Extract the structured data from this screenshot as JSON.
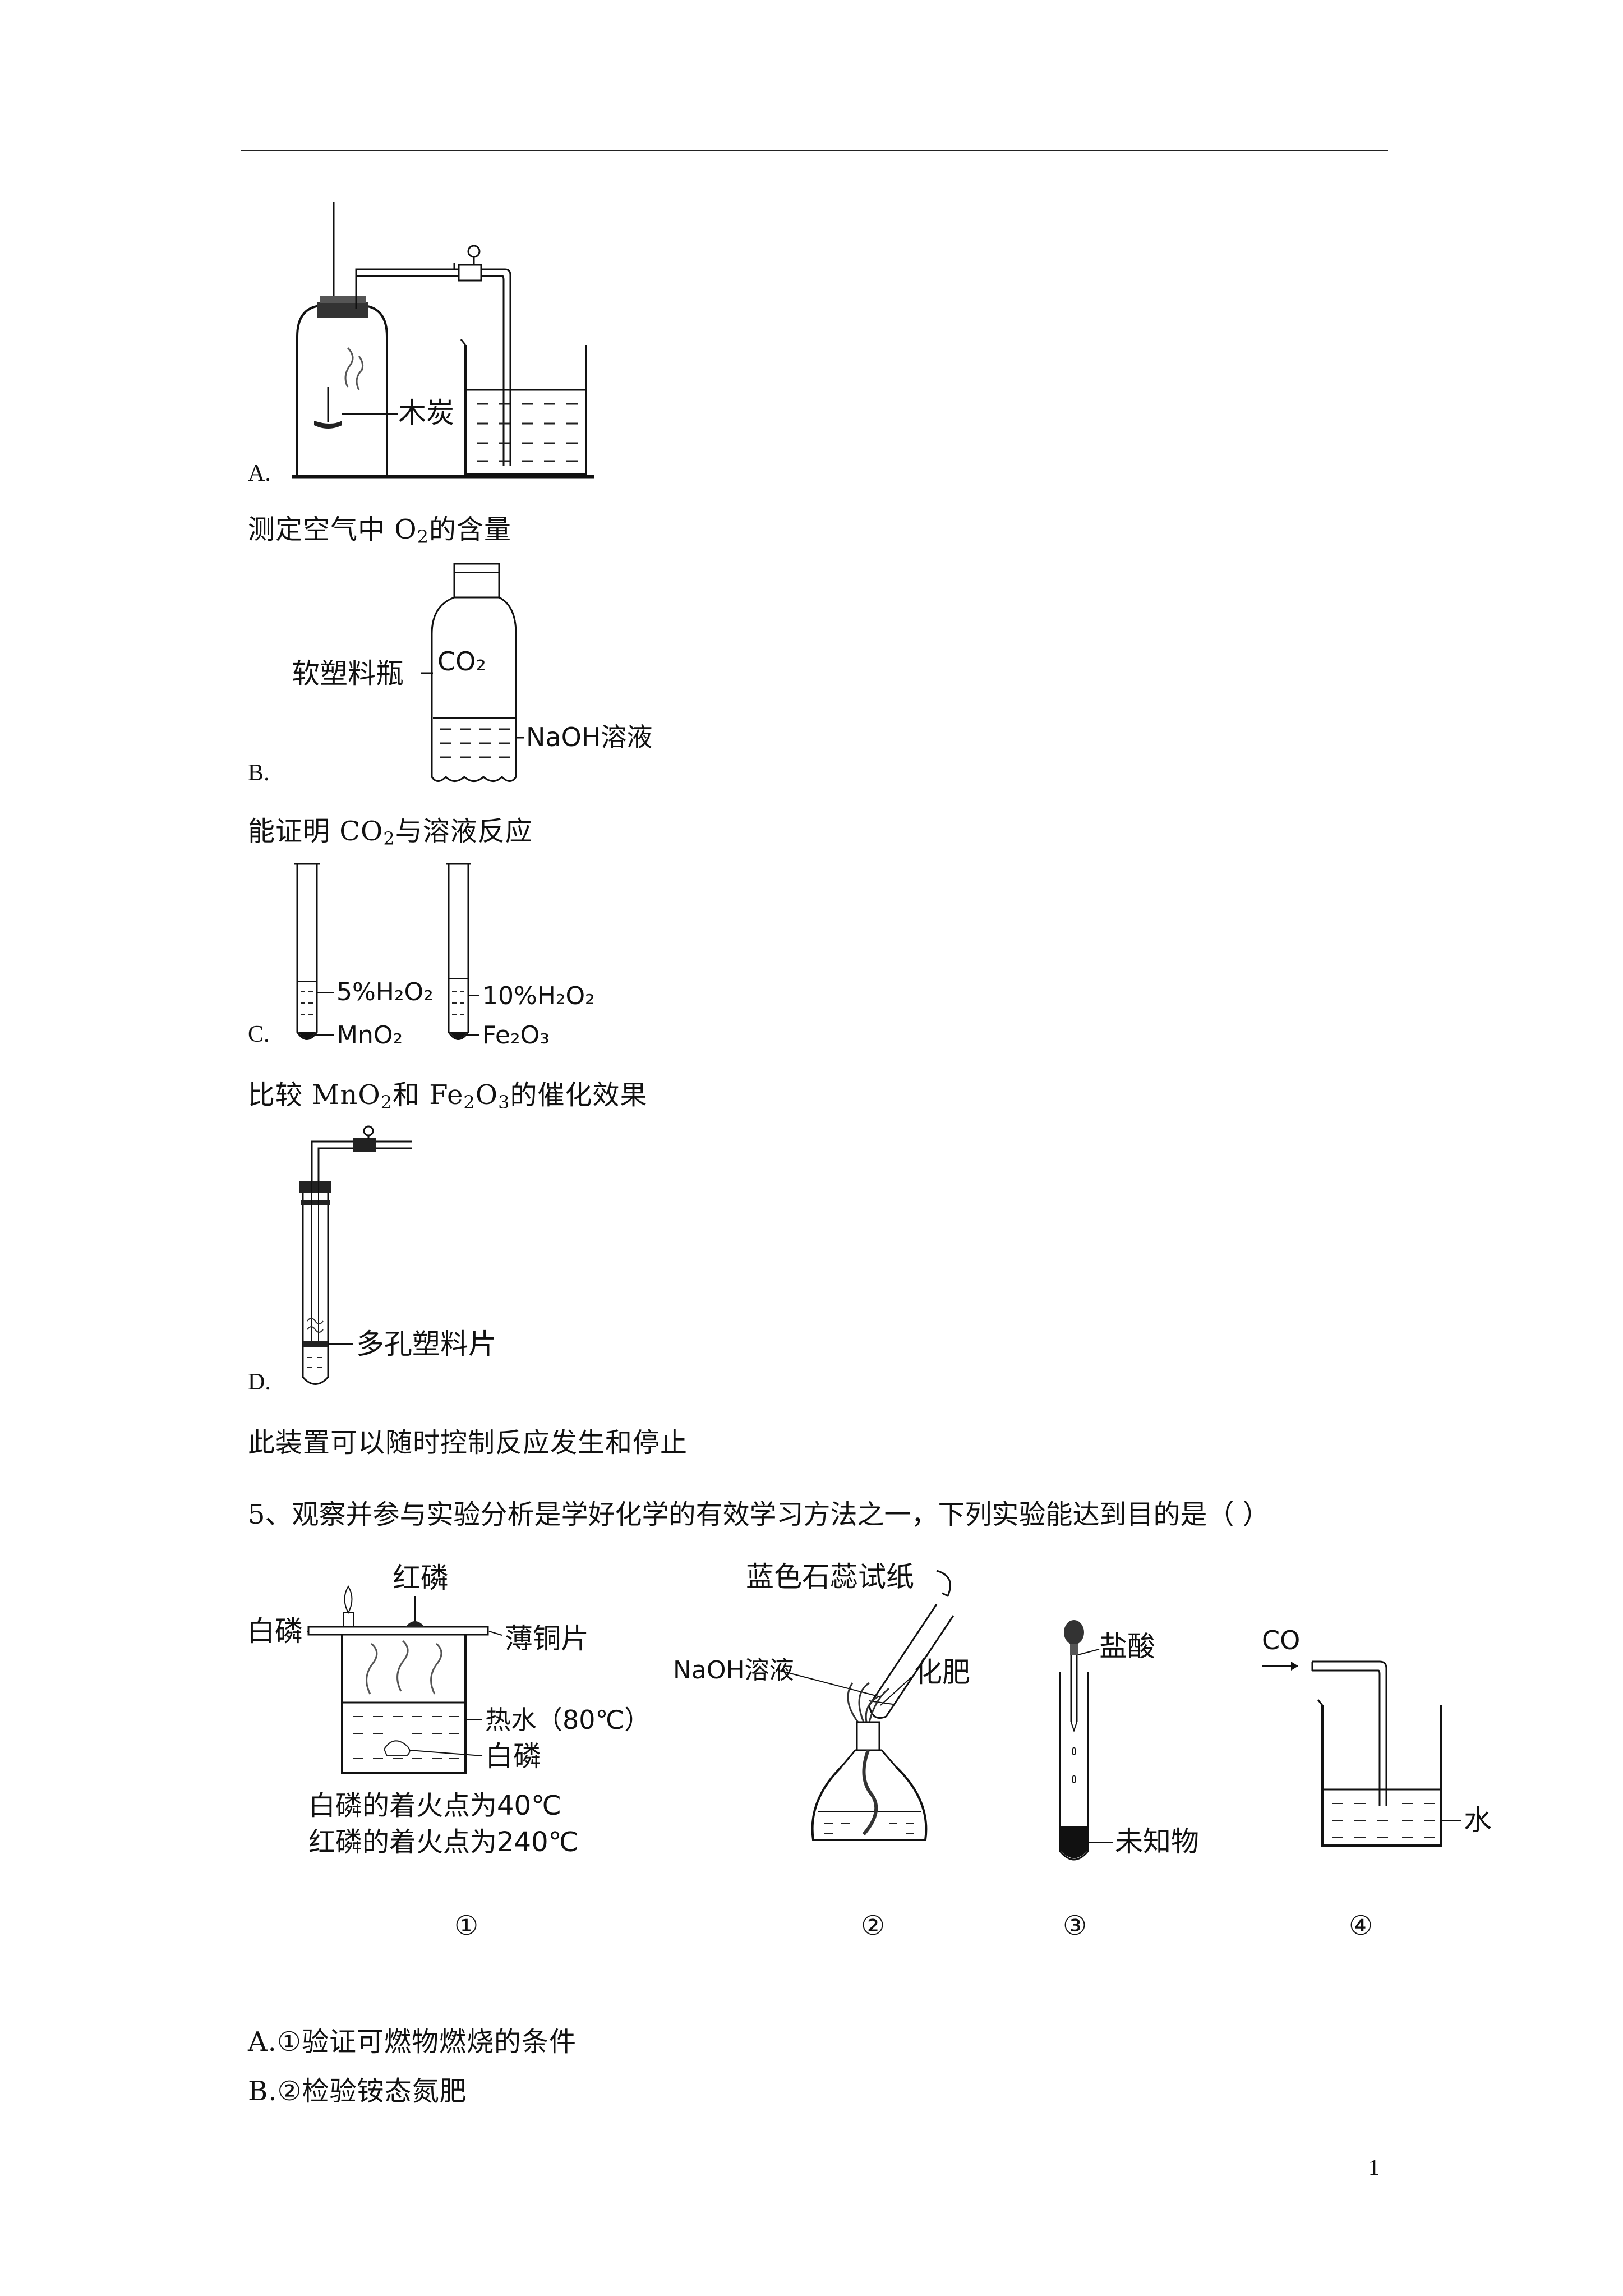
{
  "options_prev": [
    {
      "letter": "A.",
      "caption_pre": "测定空气中 O",
      "caption_sub": "2",
      "caption_post": "的含量",
      "figure": {
        "label": "木炭"
      }
    },
    {
      "letter": "B.",
      "caption_pre": "能证明 CO",
      "caption_sub": "2",
      "caption_post": "与溶液反应",
      "figure": {
        "bottle_label": "软塑料瓶",
        "gas": "CO₂",
        "liquid": "NaOH溶液"
      }
    },
    {
      "letter": "C.",
      "caption_pre": "比较 MnO",
      "caption_sub": "2",
      "caption_mid": "和 Fe",
      "caption_sub2": "2",
      "caption_mid2": "O",
      "caption_sub3": "3",
      "caption_post": "的催化效果",
      "figure": {
        "t1_liquid": "5%H₂O₂",
        "t1_solid": "MnO₂",
        "t2_liquid": "10%H₂O₂",
        "t2_solid": "Fe₂O₃"
      }
    },
    {
      "letter": "D.",
      "caption": "此装置可以随时控制反应发生和停止",
      "figure": {
        "label": "多孔塑料片"
      }
    }
  ],
  "question5": {
    "text": "5、观察并参与实验分析是学好化学的有效学习方法之一，下列实验能达到目的是（  ）",
    "fig1": {
      "red_p": "红磷",
      "white_p": "白磷",
      "copper": "薄铜片",
      "hot_water": "热水（80℃）",
      "white_p2": "白磷",
      "note1": "白磷的着火点为40℃",
      "note2": "红磷的着火点为240℃",
      "num": "①"
    },
    "fig2": {
      "paper": "蓝色石蕊试纸",
      "naoh": "NaOH溶液",
      "fert": "化肥",
      "num": "②"
    },
    "fig3": {
      "acid": "盐酸",
      "unknown": "未知物",
      "num": "③"
    },
    "fig4": {
      "co": "CO",
      "water": "水",
      "num": "④"
    },
    "answers": [
      {
        "letter": "A.",
        "text": "①验证可燃物燃烧的条件"
      },
      {
        "letter": "B.",
        "text": "②检验铵态氮肥"
      }
    ]
  },
  "page_number": "1"
}
